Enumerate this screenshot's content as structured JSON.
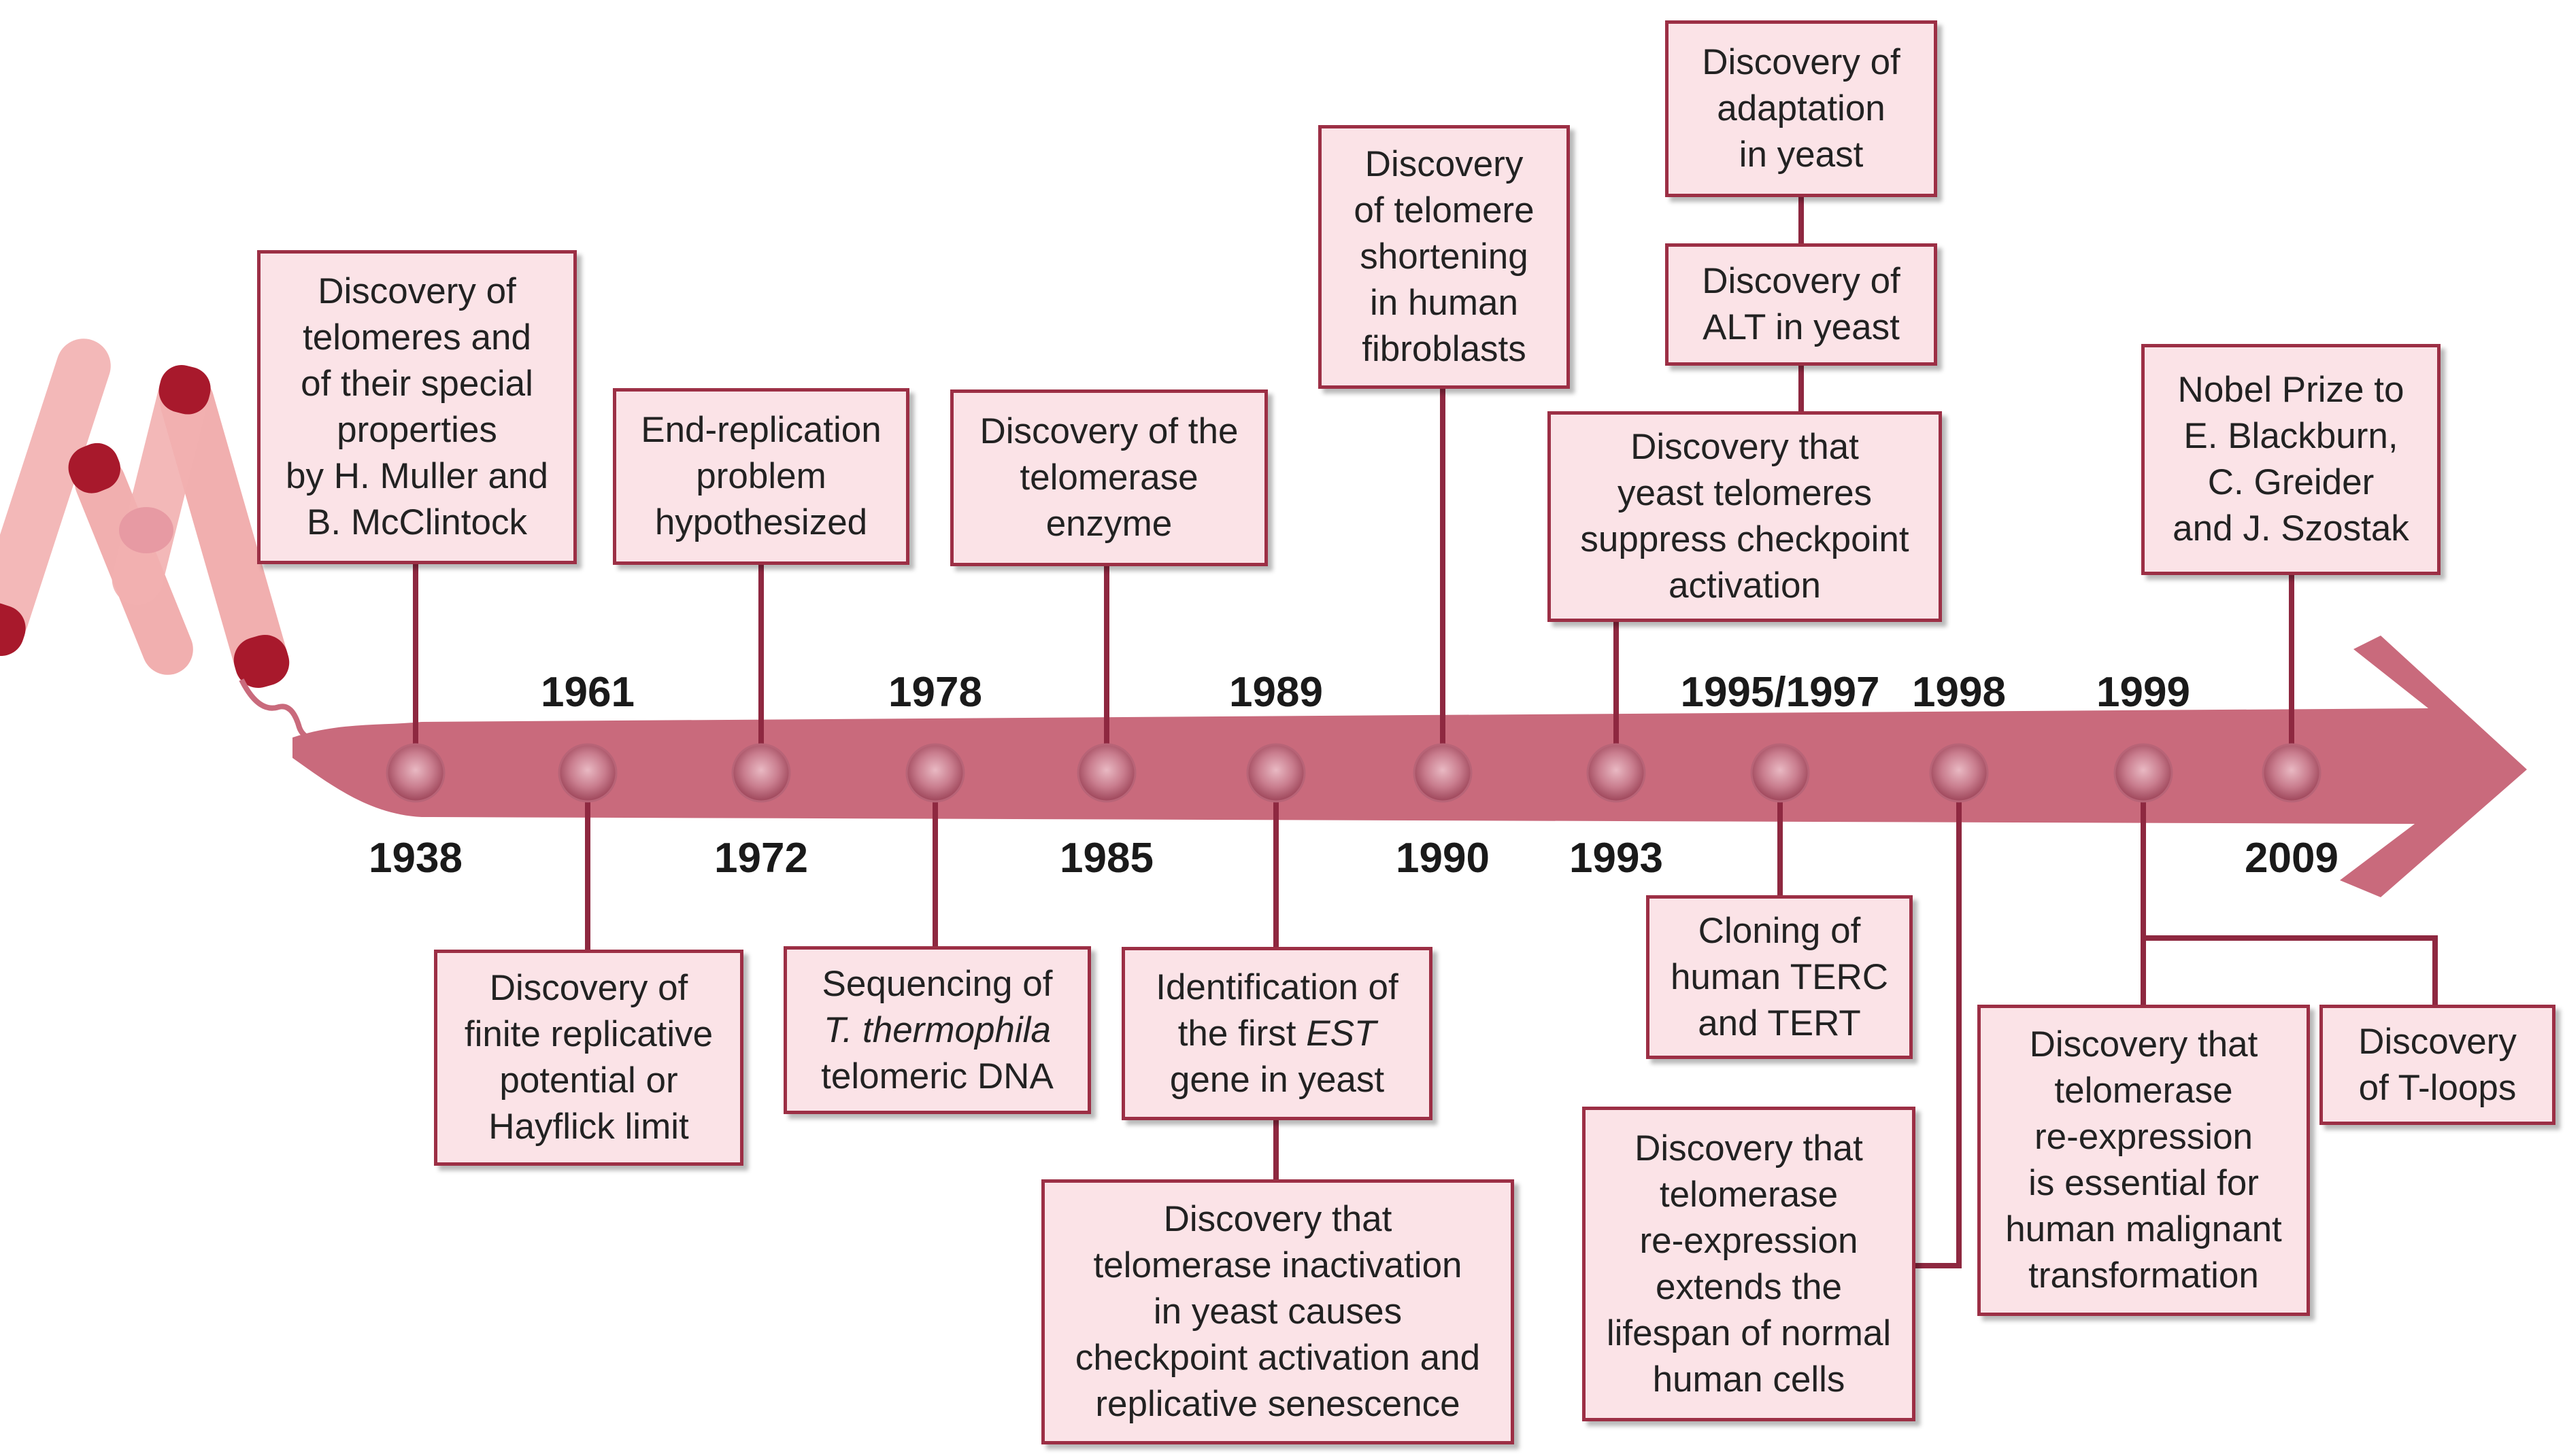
{
  "colors": {
    "arrow": "#c96a7c",
    "connector": "#8e2840",
    "box_fill": "#fbe3e7",
    "box_border": "#9c2f45",
    "dot": "#b5586c",
    "chromosome": "#f0a6a6",
    "telomere_cap": "#a8192c"
  },
  "events": [
    {
      "id": "e1938",
      "year": "1938",
      "lines": [
        "Discovery of",
        "telomeres and",
        "of their special",
        "properties",
        "by H. Muller and",
        "B. McClintock"
      ]
    },
    {
      "id": "e1961",
      "year": "1961",
      "lines": [
        "Discovery of",
        "finite replicative",
        "potential or",
        "Hayflick limit"
      ]
    },
    {
      "id": "e1972",
      "year": "1972",
      "lines": [
        "End-replication",
        "problem",
        "hypothesized"
      ]
    },
    {
      "id": "e1978",
      "year": "1978",
      "lines": [
        "Sequencing of",
        "<i>T. thermophila</i>",
        "telomeric DNA"
      ]
    },
    {
      "id": "e1985",
      "year": "1985",
      "lines": [
        "Discovery of the",
        "telomerase",
        "enzyme"
      ]
    },
    {
      "id": "e1989a",
      "year": "1989",
      "lines": [
        "Identification of",
        "the first <i>EST</i>",
        "gene in yeast"
      ]
    },
    {
      "id": "e1989b",
      "lines": [
        "Discovery that",
        "telomerase inactivation",
        "in yeast causes",
        "checkpoint activation and",
        "replicative senescence"
      ]
    },
    {
      "id": "e1990",
      "year": "1990",
      "lines": [
        "Discovery",
        "of telomere",
        "shortening",
        "in human",
        "fibroblasts"
      ]
    },
    {
      "id": "e1993a",
      "year": "1993",
      "lines": [
        "Discovery that",
        "yeast telomeres",
        "suppress checkpoint",
        "activation"
      ]
    },
    {
      "id": "e1993b",
      "lines": [
        "Discovery of",
        "ALT in yeast"
      ]
    },
    {
      "id": "e1993c",
      "lines": [
        "Discovery of",
        "adaptation",
        "in yeast"
      ]
    },
    {
      "id": "e1995",
      "year": "1995/1997",
      "lines": [
        "Cloning of",
        "human TERC",
        "and TERT"
      ]
    },
    {
      "id": "e1998",
      "year": "1998",
      "lines": [
        "Discovery that",
        "telomerase",
        "re-expression",
        "extends the",
        "lifespan of normal",
        "human cells"
      ]
    },
    {
      "id": "e1999a",
      "year": "1999",
      "lines": [
        "Discovery that",
        "telomerase",
        "re-expression",
        "is essential for",
        "human malignant",
        "transformation"
      ]
    },
    {
      "id": "e1999b",
      "lines": [
        "Discovery",
        "of T-loops"
      ]
    },
    {
      "id": "e2009",
      "year": "2009",
      "lines": [
        "Nobel Prize to",
        "E. Blackburn,",
        "C. Greider",
        "and J. Szostak"
      ]
    }
  ]
}
